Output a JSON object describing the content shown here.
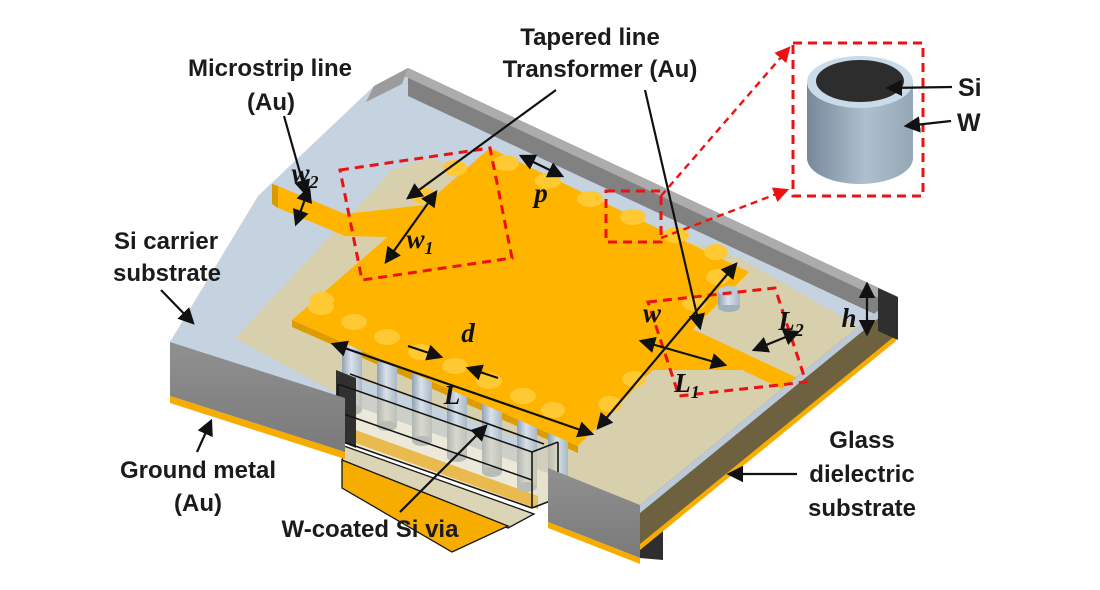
{
  "figure": {
    "type": "3d-device-schematic",
    "subject": "Glass-substrate integrated waveguide cavity with tapered microstrip transitions and W-coated Si vias"
  },
  "labels": {
    "microstrip": [
      "Microstrip line",
      "(Au)"
    ],
    "tapered": [
      "Tapered line",
      "Transformer (Au)"
    ],
    "si_carrier": [
      "Si carrier",
      "substrate"
    ],
    "ground": [
      "Ground metal",
      "(Au)"
    ],
    "w_via": "W-coated Si via",
    "glass": [
      "Glass",
      "dielectric",
      "substrate"
    ],
    "inset": {
      "si": "Si",
      "w": "W"
    }
  },
  "dimensions": {
    "w2": {
      "base": "w",
      "sub": "2"
    },
    "w1": {
      "base": "w",
      "sub": "1"
    },
    "p": {
      "base": "p",
      "sub": ""
    },
    "d": {
      "base": "d",
      "sub": ""
    },
    "L": {
      "base": "L",
      "sub": ""
    },
    "w": {
      "base": "w",
      "sub": ""
    },
    "L1": {
      "base": "L",
      "sub": "1"
    },
    "L2": {
      "base": "L",
      "sub": "2"
    },
    "h": {
      "base": "h",
      "sub": ""
    }
  },
  "colors": {
    "gold_patch": "#FFB400",
    "gold_ground": "#F7AC00",
    "gold_via_hole": "#FFC933",
    "si_top_blue": "#C5D2DF",
    "glass_tan": "#D8CFAC",
    "gray_wall": "#868686",
    "gray_band_outer": "#ACACAC",
    "gray_band_inner": "#818181",
    "olive_glass_side": "#6E6140",
    "dark_cap": "#2E2E2E",
    "via_cylinder_light": "#D9E1E9",
    "via_cylinder_dark": "#8FA2B3",
    "inset_si_top": "#2D2D2D",
    "inset_rim": "#C9DBE9",
    "highlight_red": "#EE1111",
    "background": "#FFFFFF"
  }
}
